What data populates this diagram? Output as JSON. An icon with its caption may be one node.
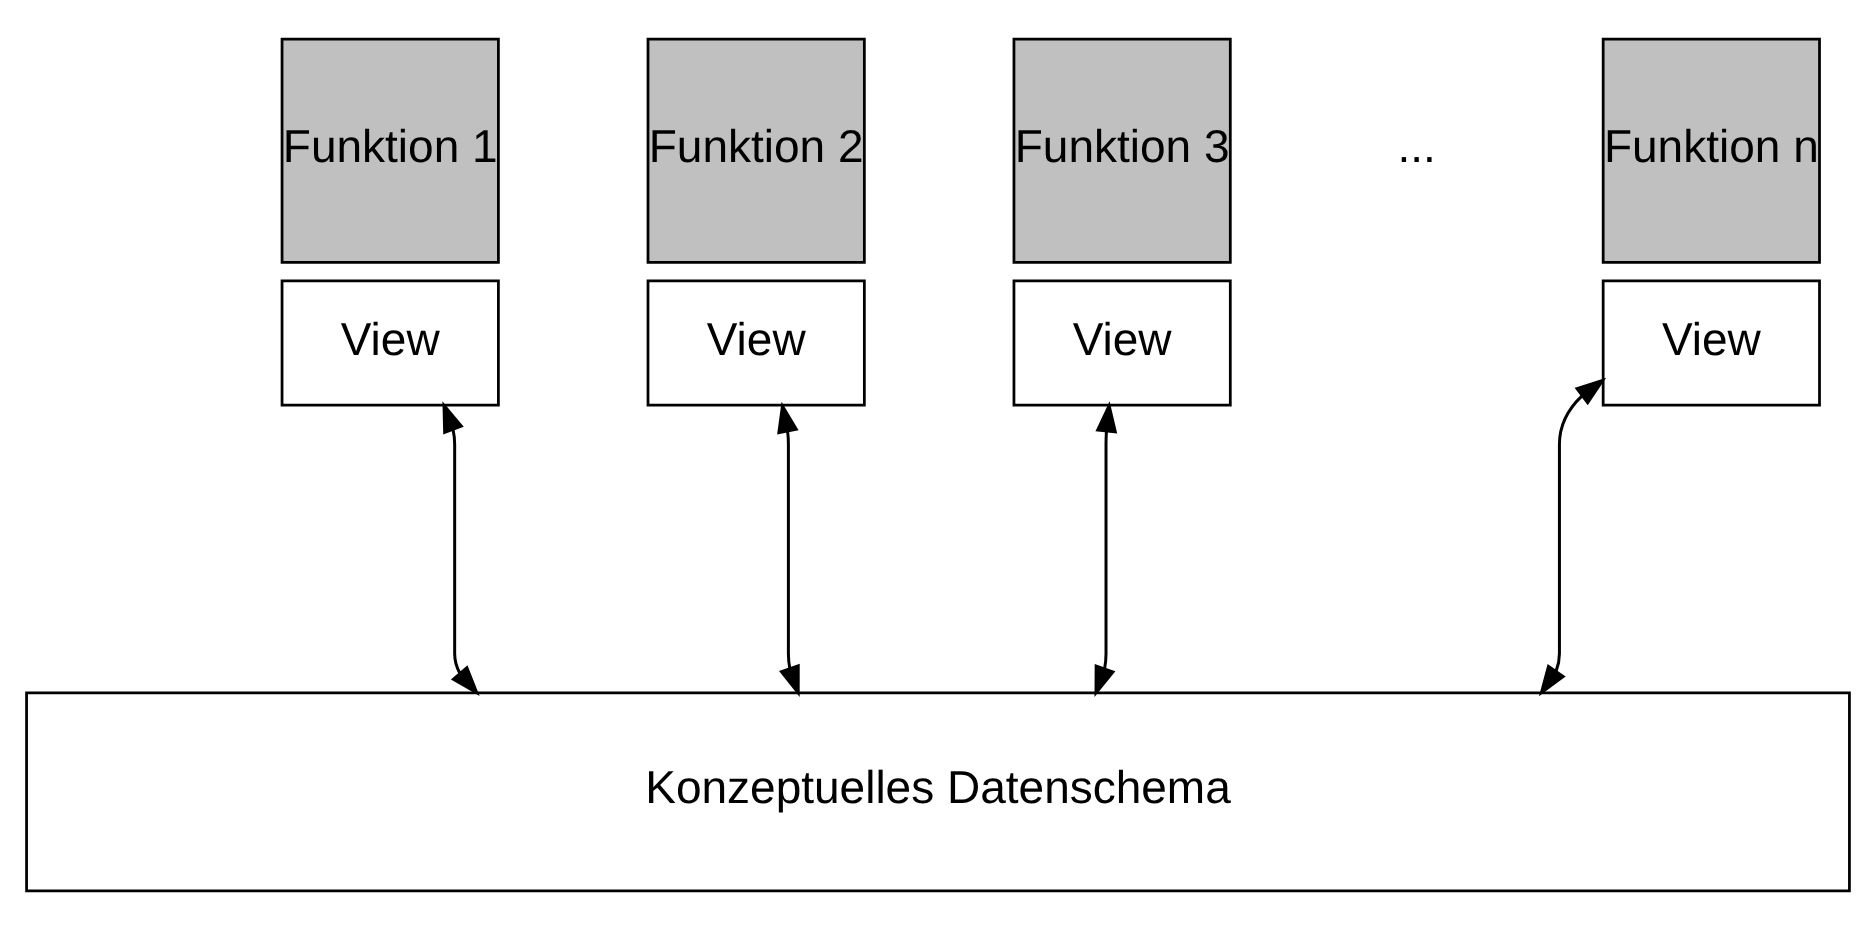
{
  "diagram": {
    "nodes": [
      {
        "text": [
          "Funktion 1"
        ]
      },
      {
        "text": [
          "View"
        ]
      },
      {
        "text": [
          "Funktion 2"
        ]
      },
      {
        "text": [
          "View"
        ]
      },
      {
        "text": [
          "Funktion 3"
        ]
      },
      {
        "text": [
          "View"
        ]
      },
      {
        "text": [
          "Funktion n"
        ]
      },
      {
        "text": [
          "View"
        ]
      },
      {
        "text": [
          "Konzeptuelles Datenschema"
        ]
      }
    ],
    "edges": [
      {
        "from": 1,
        "to": 8,
        "arrow": "both"
      },
      {
        "from": 3,
        "to": 8,
        "arrow": "both"
      },
      {
        "from": 5,
        "to": 8,
        "arrow": "both"
      },
      {
        "from": 7,
        "to": 8,
        "arrow": "both"
      }
    ],
    "labels": [
      "..."
    ]
  }
}
